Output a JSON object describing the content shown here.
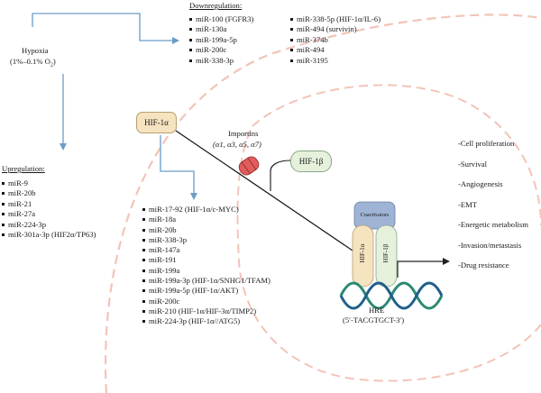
{
  "hypoxia": {
    "title": "Hypoxia",
    "range_prefix": "(1%–0.1% O",
    "range_sub": "2",
    "range_suffix": ")"
  },
  "downregulation": {
    "heading": "Downregulation:",
    "col1": [
      "miR-100 (FGFR3)",
      "miR-130a",
      "miR-199a-5p",
      "miR-200c",
      "miR-338-3p"
    ],
    "col2": [
      "miR-338-5p (HIF-1α/IL-6)",
      "miR-494 (survivin)",
      "miR-374b",
      "miR-494",
      "miR-3195"
    ]
  },
  "upregulation": {
    "heading": "Upregulation:",
    "items": [
      "miR-9",
      "miR-20b",
      "miR-21",
      "miR-27a",
      "miR-224-3p",
      "miR-301a-3p (HIF2α/TP63)"
    ]
  },
  "hif1a_label": "HIF-1α",
  "hif1b_label": "HIF-1β",
  "importins": {
    "title": "Importins",
    "subtitle": "(α1, α3, α5, α7)"
  },
  "hif1a_mirs": [
    "miR-17-92 (HIF-1α/c-MYC)",
    "miR-18a",
    "miR-20b",
    "miR-338-3p",
    "miR-147a",
    "miR-191",
    "miR-199a",
    "miR-199a-3p (HIF-1α/SNHG1/TFAM)",
    "miR-199a-5p (HIF-1α/AKT)",
    "miR-200c",
    "miR-210 (HIF-1α/HIF-3α/TIMP2)",
    "miR-224-3p (HIF-1α//ATG5)"
  ],
  "complex": {
    "coactivators": "Coactivators",
    "hif1a": "HIF-1α",
    "hif1b": "HIF-1β"
  },
  "hre": {
    "label": "HRE",
    "sequence": "(5′-TACGTGCT-3′)"
  },
  "outcomes": [
    "-Cell proliferation",
    "-Survival",
    "-Angiogenesis",
    "-EMT",
    "-Energetic metabolism",
    "-Invasion/metastasis",
    "-Drug resistance"
  ],
  "colors": {
    "arrow": "#6a9cc7",
    "membrane": "#f2c4b8",
    "hif1a_fill": "#f6e3bf",
    "hif1b_fill": "#e6f1dc",
    "importin": "#e25c5c",
    "coactivator": "#9fb3d4",
    "dna1": "#2a8a72",
    "dna2": "#1f5f8a"
  }
}
